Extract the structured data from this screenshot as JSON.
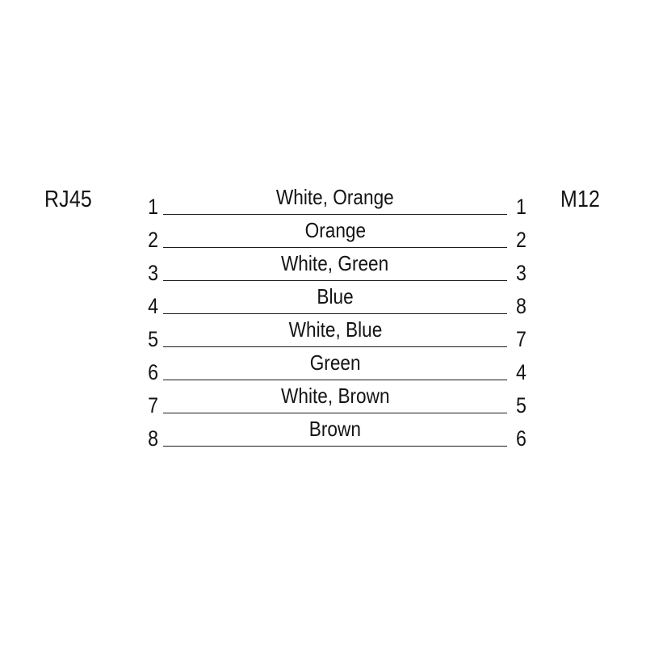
{
  "diagram": {
    "left_connector": "RJ45",
    "right_connector": "M12",
    "wires": [
      {
        "left_pin": "1",
        "label": "White, Orange",
        "right_pin": "1"
      },
      {
        "left_pin": "2",
        "label": "Orange",
        "right_pin": "2"
      },
      {
        "left_pin": "3",
        "label": "White, Green",
        "right_pin": "3"
      },
      {
        "left_pin": "4",
        "label": "Blue",
        "right_pin": "8"
      },
      {
        "left_pin": "5",
        "label": "White, Blue",
        "right_pin": "7"
      },
      {
        "left_pin": "6",
        "label": "Green",
        "right_pin": "4"
      },
      {
        "left_pin": "7",
        "label": "White, Brown",
        "right_pin": "5"
      },
      {
        "left_pin": "8",
        "label": "Brown",
        "right_pin": "6"
      }
    ],
    "line_color": "#1c1c1c",
    "text_color": "#141414",
    "background_color": "#ffffff"
  }
}
